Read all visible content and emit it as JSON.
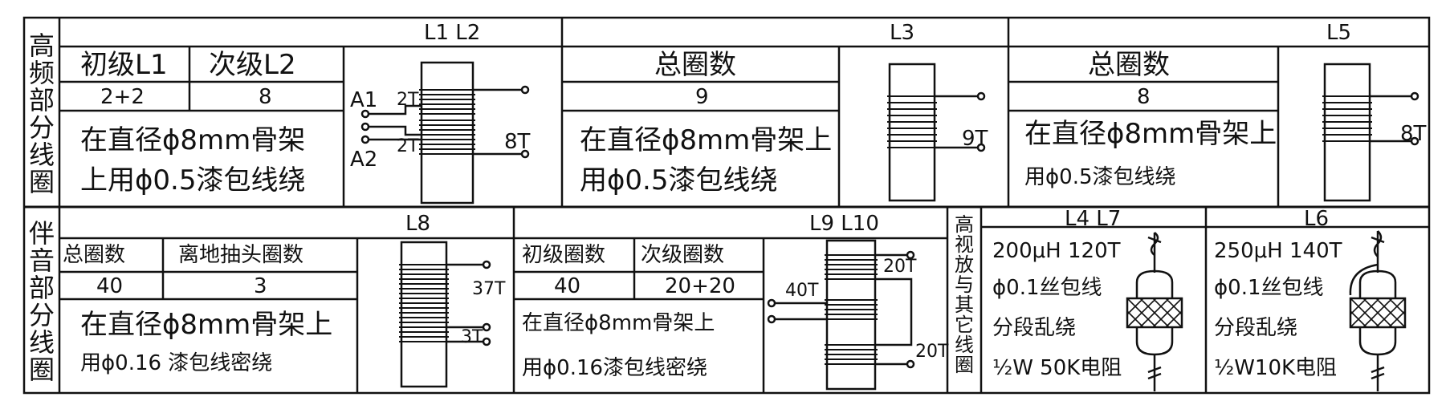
{
  "section_hf": {
    "side_label": [
      "高",
      "频",
      "部",
      "分",
      "线",
      "圈"
    ],
    "coil_l1l2": {
      "header": "L1  L2",
      "col_primary": "初级L1",
      "col_secondary": "次级L2",
      "val_primary": "2+2",
      "val_secondary": "8",
      "note_line1": "在直径ϕ8mm骨架",
      "note_line2": "上用ϕ0.5漆包线绕",
      "diagram": {
        "label_a1": "A1",
        "label_a2": "A2",
        "turns_a1": "2T",
        "turns_a2": "2T",
        "turns_sec": "8T"
      }
    },
    "coil_l3": {
      "header": "L3",
      "col_total": "总圈数",
      "val_total": "9",
      "note_line1": "在直径ϕ8mm骨架上",
      "note_line2": "用ϕ0.5漆包线绕",
      "diagram": {
        "turns": "9T"
      }
    },
    "coil_l5": {
      "header": "L5",
      "col_total": "总圈数",
      "val_total": "8",
      "note_line1": "在直径ϕ8mm骨架上",
      "note_line2": "用ϕ0.5漆包线绕",
      "diagram": {
        "turns": "8T"
      }
    }
  },
  "section_audio": {
    "side_label": [
      "伴",
      "音",
      "部",
      "分",
      "线",
      "圈"
    ],
    "coil_l8": {
      "header": "L8",
      "col_total": "总圈数",
      "col_tap": "离地抽头圈数",
      "val_total": "40",
      "val_tap": "3",
      "note_line1": "在直径ϕ8mm骨架上",
      "note_line2": "用ϕ0.16 漆包线密绕",
      "diagram": {
        "turns_top": "37T",
        "turns_bottom": "3T"
      }
    },
    "coil_l9l10": {
      "header": "L9    L10",
      "col_primary": "初级圈数",
      "col_secondary": "次级圈数",
      "val_primary": "40",
      "val_secondary": "20+20",
      "note_line1": "在直径ϕ8mm骨架上",
      "note_line2": "用ϕ0.16漆包线密绕",
      "diagram": {
        "turns_primary": "40T",
        "turns_sec_top": "20T",
        "turns_sec_bottom": "20T"
      }
    }
  },
  "section_video": {
    "side_label": [
      "高",
      "视",
      "放",
      "与",
      "其",
      "它",
      "线",
      "圈"
    ],
    "coil_l4l7": {
      "header": "L4    L7",
      "line1": "200μH 120T",
      "line2": "ϕ0.1丝包线",
      "line3": "分段乱绕",
      "line4": "½W 50K电阻"
    },
    "coil_l6": {
      "header": "L6",
      "line1": "250μH 140T",
      "line2": "ϕ0.1丝包线",
      "line3": "分段乱绕",
      "line4": "½W10K电阻"
    }
  }
}
